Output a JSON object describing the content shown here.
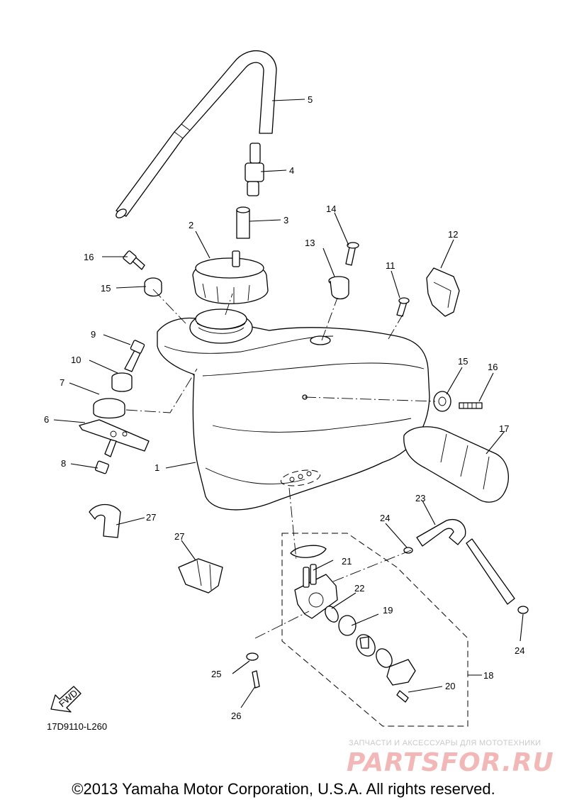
{
  "diagram": {
    "code": "17D9110-L260",
    "fwd_label": "FWD",
    "copyright": "©2013 Yamaha Motor Corporation, U.S.A. All rights reserved.",
    "callouts": {
      "c1": "1",
      "c2": "2",
      "c3": "3",
      "c4": "4",
      "c5": "5",
      "c6": "6",
      "c7": "7",
      "c8": "8",
      "c9": "9",
      "c10": "10",
      "c11": "11",
      "c12": "12",
      "c13": "13",
      "c14": "14",
      "c15a": "15",
      "c15b": "15",
      "c16a": "16",
      "c16b": "16",
      "c17": "17",
      "c18": "18",
      "c19": "19",
      "c20": "20",
      "c21": "21",
      "c22": "22",
      "c23": "23",
      "c24a": "24",
      "c24b": "24",
      "c25": "25",
      "c26": "26",
      "c27a": "27",
      "c27b": "27"
    }
  },
  "watermark": {
    "text": "ЗАПЧАСТИ И АКСЕССУАРЫ ДЛЯ МОТОТЕХНИКИ",
    "logo": "PARTSFOR.RU"
  }
}
